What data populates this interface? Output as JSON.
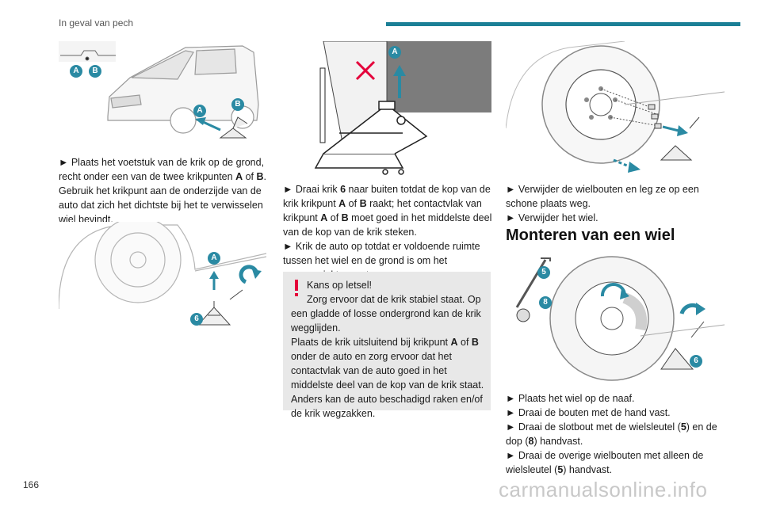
{
  "header": {
    "title": "In geval van pech"
  },
  "page_number": "166",
  "watermark": "carmanualsonline.info",
  "labels": {
    "a": "A",
    "b": "B",
    "n6": "6",
    "n5": "5",
    "n8": "8"
  },
  "col1": {
    "para1": {
      "lead": "► Plaats het voetstuk van de krik op de grond, recht onder een van de twee krikpunten ",
      "a": "A",
      "mid": " of ",
      "b": "B",
      "tail": ". Gebruik het krikpunt aan de onderzijde van de auto dat zich het dichtste bij het te verwisselen wiel bevindt."
    }
  },
  "col2": {
    "para1": {
      "t1": "► Draai krik ",
      "n6": "6",
      "t2": " naar buiten totdat de kop van de krik krikpunt ",
      "a": "A",
      "t3": " of ",
      "b": "B",
      "t4": " raakt; het contactvlak van krikpunt ",
      "a2": "A",
      "t5": " of ",
      "b2": "B",
      "t6": " moet goed in het middelste deel van de kop van de krik steken."
    },
    "para2": "► Krik de auto op totdat er voldoende ruimte tussen het wiel en de grond is om het reservewiel te monteren.",
    "warning": {
      "title": "Kans op letsel!",
      "line1": "Zorg ervoor dat de krik stabiel staat. Op een gladde of losse ondergrond kan de krik wegglijden.",
      "l2a": "Plaats de krik uitsluitend bij krikpunt ",
      "l2A": "A",
      "l2b": " of ",
      "l2B": "B",
      "l2c": " onder de auto en zorg ervoor dat het contactvlak van de auto goed in het middelste deel van de kop van de krik staat. Anders kan de auto beschadigd raken en/of de krik wegzakken."
    }
  },
  "col3": {
    "step1": "► Verwijder de wielbouten en leg ze op een schone plaats weg.",
    "step2": "► Verwijder het wiel.",
    "heading": "Monteren van een wiel",
    "step3": "► Plaats het wiel op de naaf.",
    "step4": "► Draai de bouten met de hand vast.",
    "step5": {
      "t1": "► Draai de slotbout met de wielsleutel (",
      "n5": "5",
      "t2": ") en de dop (",
      "n8": "8",
      "t3": ") handvast."
    },
    "step6": {
      "t1": "► Draai de overige wielbouten met alleen de wielsleutel (",
      "n5": "5",
      "t2": ") handvast."
    }
  },
  "colors": {
    "accent": "#1b7f96",
    "badge": "#2a8aa3",
    "warning": "#e4003a",
    "box": "#e8e8e8"
  }
}
